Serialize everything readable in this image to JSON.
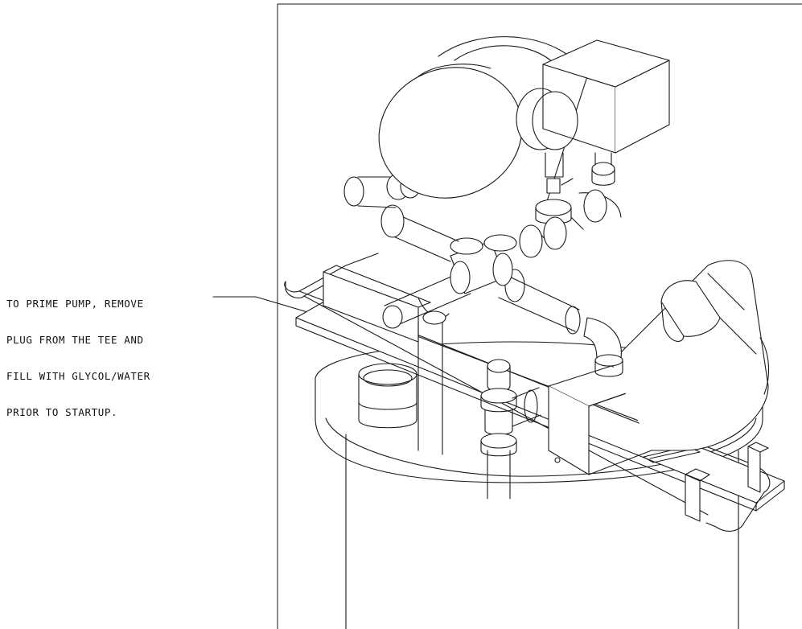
{
  "note": {
    "lines": [
      "TO PRIME PUMP, REMOVE",
      "PLUG FROM THE TEE AND",
      "FILL WITH GLYCOL/WATER",
      "PRIOR TO STARTUP."
    ]
  },
  "colors": {
    "line": "#1a1a1a",
    "background": "#ffffff"
  }
}
